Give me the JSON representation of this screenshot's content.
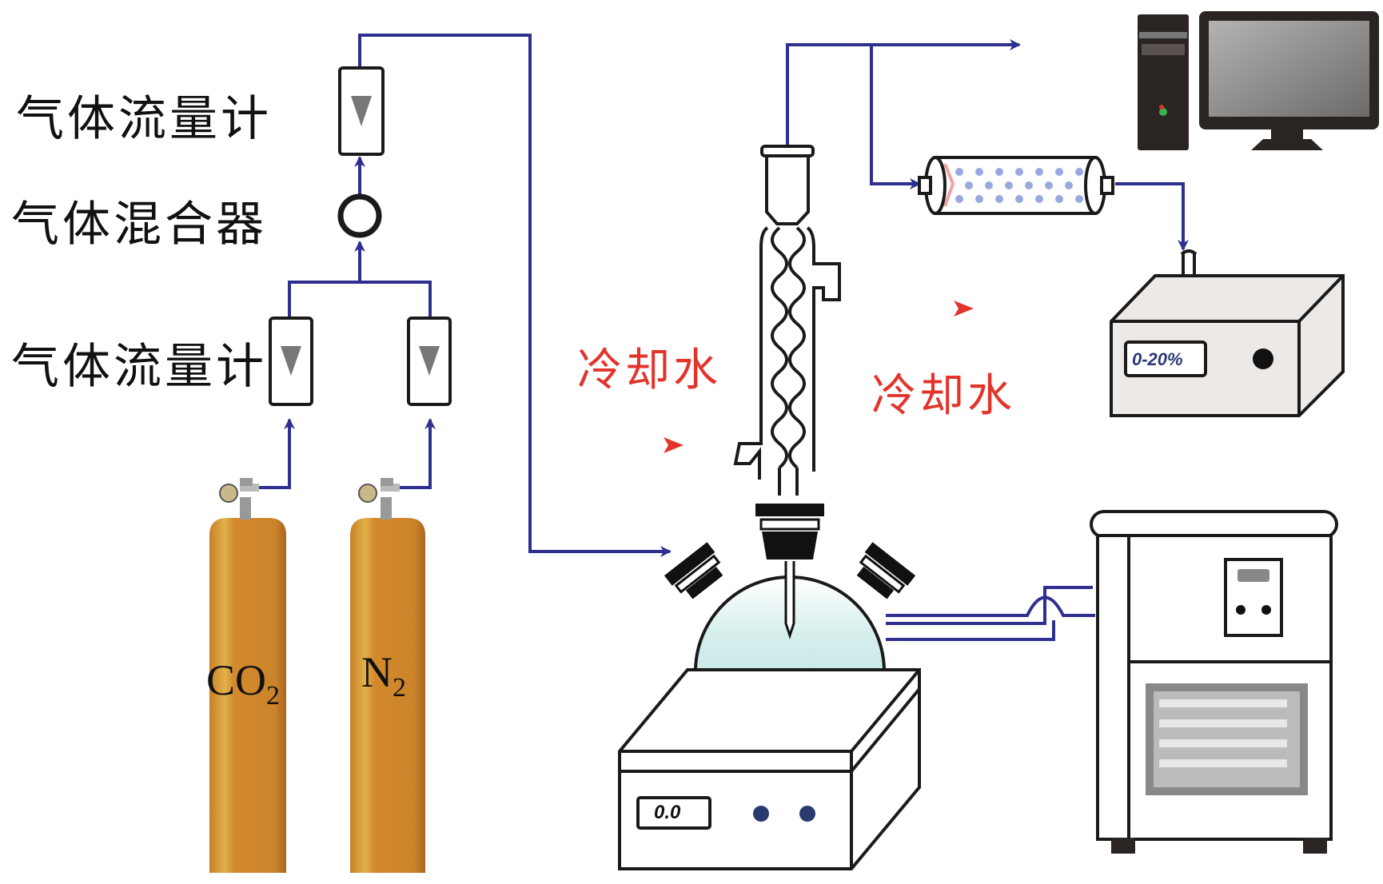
{
  "labels": {
    "flowmeter_top": "气体流量计",
    "mixer": "气体混合器",
    "flowmeter_bottom": "气体流量计",
    "cooling_water_in": "冷却水",
    "cooling_water_out": "冷却水"
  },
  "cylinders": [
    {
      "gas": "CO",
      "subscript": "2"
    },
    {
      "gas": "N",
      "subscript": "2"
    }
  ],
  "analyzer": {
    "display": "0-20%"
  },
  "stirrer": {
    "display": "0.0"
  },
  "colors": {
    "pipe": "#2e2f8f",
    "arrow_red": "#e3342c",
    "cylinder": "#d98f2e",
    "liquid": "#b9e0de",
    "outline": "#1a1a1a"
  }
}
